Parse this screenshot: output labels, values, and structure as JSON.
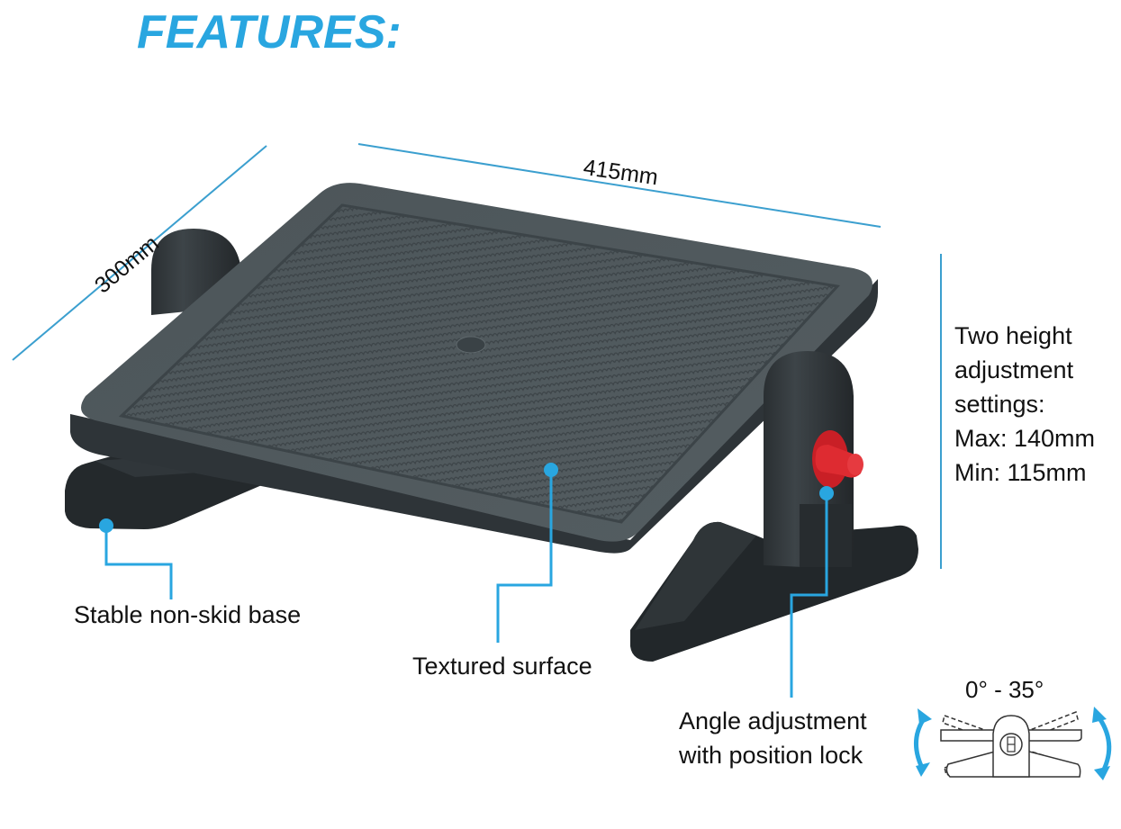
{
  "title": "FEATURES:",
  "colors": {
    "accent": "#29a6e0",
    "dimension_line": "#3b9fcf",
    "product_body": "#2f3437",
    "product_top": "#4a5256",
    "lock_red": "#d8262c",
    "text": "#111111"
  },
  "dimensions": {
    "depth": "300mm",
    "width": "415mm"
  },
  "callouts": {
    "base": "Stable non-skid base",
    "surface": "Textured surface",
    "angle_line1": "Angle adjustment",
    "angle_line2": "with position lock"
  },
  "height_info": {
    "line1": "Two height",
    "line2": "adjustment",
    "line3": "settings:",
    "line4": "Max: 140mm",
    "line5": "Min: 115mm"
  },
  "angle_diagram": {
    "range_label": "0° - 35°",
    "icons": [
      "tilt-arrow-left-icon",
      "tilt-arrow-right-icon"
    ]
  }
}
